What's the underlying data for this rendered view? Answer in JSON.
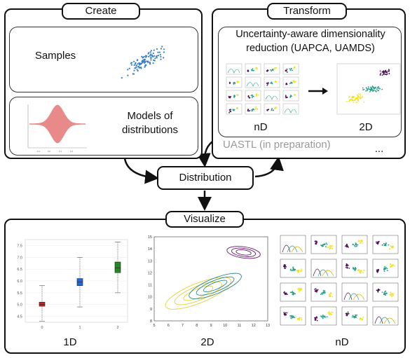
{
  "create": {
    "title": "Create",
    "samples_label": "Samples",
    "models_label_line1": "Models of",
    "models_label_line2": "distributions"
  },
  "transform": {
    "title": "Transform",
    "heading_line1": "Uncertainty-aware dimensionality",
    "heading_line2": "reduction (UAPCA, UAMDS)",
    "nd_label": "nD",
    "twod_label": "2D",
    "future_method": "UASTL (in preparation)",
    "ellipsis": "..."
  },
  "distribution": {
    "label": "Distribution"
  },
  "visualize": {
    "title": "Visualize",
    "oned_label": "1D",
    "twod_label": "2D",
    "nd_label": "nD",
    "boxplot": {
      "y_ticks": [
        "4.5",
        "5.0",
        "5.5",
        "6.0",
        "6.5",
        "7.0",
        "7.5"
      ],
      "x_ticks": [
        "0",
        "1",
        "2"
      ],
      "boxes": [
        {
          "q1": 4.93,
          "q3": 5.1,
          "median": 5.0,
          "min": 4.3,
          "max": 5.8,
          "color": "#cc2222"
        },
        {
          "q1": 5.8,
          "q3": 6.1,
          "median": 5.95,
          "min": 4.9,
          "max": 7.0,
          "color": "#2266dd"
        },
        {
          "q1": 6.35,
          "q3": 6.8,
          "median": 6.55,
          "min": 5.5,
          "max": 7.65,
          "color": "#228822"
        }
      ]
    },
    "contour": {
      "y_ticks": [
        "8",
        "9",
        "10",
        "11",
        "12",
        "13",
        "14",
        "15"
      ],
      "x_ticks": [
        "5",
        "6",
        "7",
        "8",
        "9",
        "10",
        "11",
        "12",
        "13"
      ],
      "colors": {
        "purple": "#6a1b6f",
        "teal": "#2a8a8a",
        "yellow": "#e6d23a"
      }
    }
  },
  "colors": {
    "purple": "#4b0f5a",
    "teal": "#1f9e89",
    "yellow": "#f2e21a",
    "blue": "#3a7fc0",
    "violin": "#e88a8a"
  }
}
